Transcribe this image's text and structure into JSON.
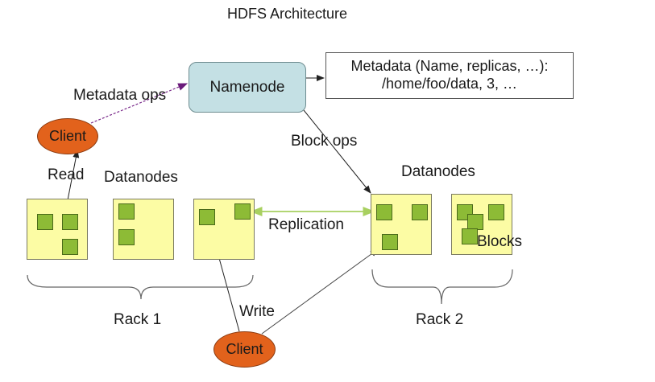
{
  "title": "HDFS Architecture",
  "namenode": {
    "label": "Namenode"
  },
  "metadata": {
    "line1": "Metadata (Name, replicas, …):",
    "line2": "/home/foo/data, 3, …"
  },
  "clients": [
    {
      "label": "Client"
    },
    {
      "label": "Client"
    }
  ],
  "labels": {
    "metadata_ops": "Metadata ops",
    "block_ops": "Block ops",
    "read": "Read",
    "write": "Write",
    "replication": "Replication",
    "blocks": "Blocks",
    "datanodes_rack1": "Datanodes",
    "datanodes_rack2": "Datanodes",
    "rack1": "Rack 1",
    "rack2": "Rack 2"
  },
  "colors": {
    "namenode_fill": "#c4e0e4",
    "client_fill": "#e2621c",
    "datanode_fill": "#fcfca4",
    "block_fill": "#8dbb36",
    "replication_line": "#a8d060",
    "metadata_ops_line": "#7a2a8a"
  }
}
